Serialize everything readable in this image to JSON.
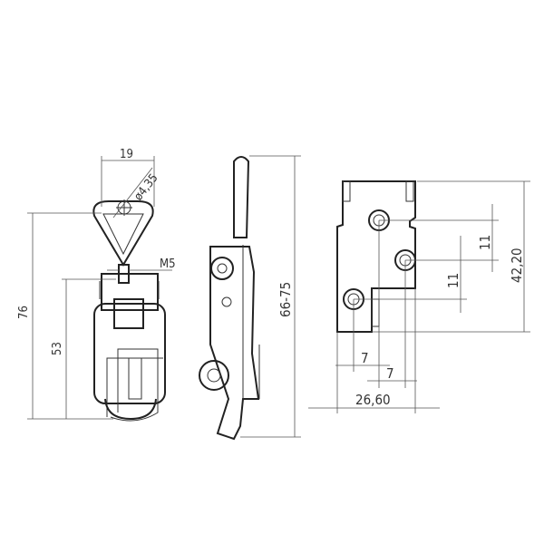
{
  "dimensions": {
    "loop_width": "19",
    "hole_diameter": "ø4,35",
    "thread": "M5",
    "total_height": "76",
    "body_height": "53",
    "range": "66-75",
    "plate_height": "42,20",
    "hole_v_offset_1": "11",
    "hole_v_offset_2": "11",
    "hole_h_offset_1": "7",
    "hole_h_offset_2": "7",
    "plate_width": "26,60"
  },
  "colors": {
    "line": "#222222",
    "dimension": "#555555"
  }
}
